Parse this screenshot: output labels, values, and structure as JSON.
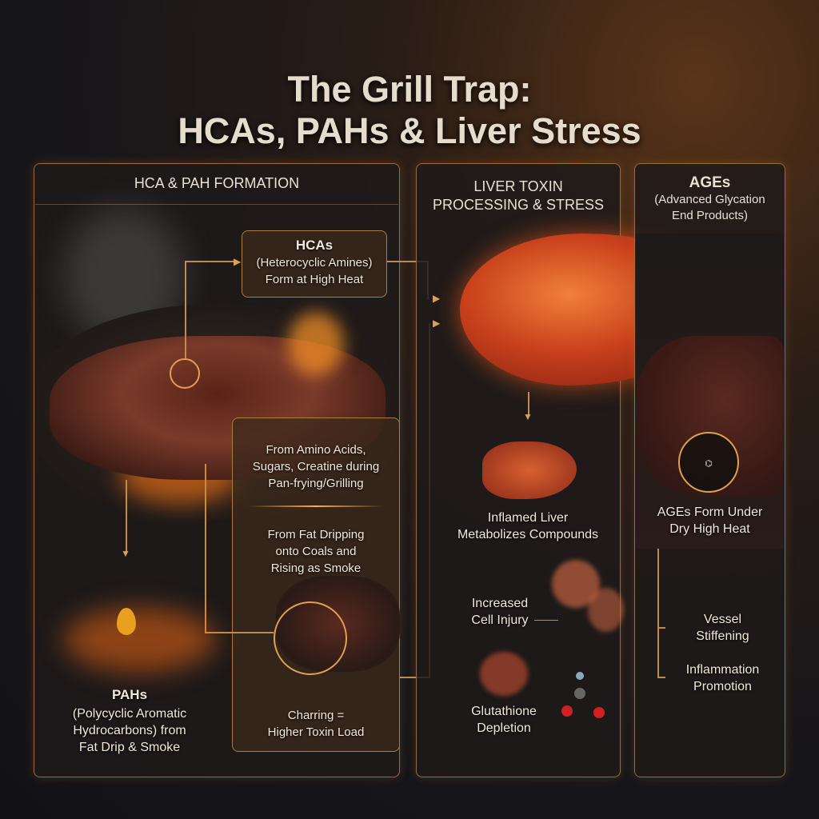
{
  "title": {
    "line1": "The Grill Trap:",
    "line2": "HCAs, PAHs & Liver Stress"
  },
  "panels": {
    "formation": {
      "header": "HCA & PAH FORMATION",
      "hcas": {
        "title": "HCAs",
        "sub1": "(Heterocyclic Amines)",
        "sub2": "Form at High Heat"
      },
      "amino": [
        "From Amino Acids,",
        "Sugars, Creatine during",
        "Pan-frying/Grilling"
      ],
      "fat": [
        "From Fat Dripping",
        "onto Coals and",
        "Rising as Smoke"
      ],
      "charring": [
        "Charring =",
        "Higher Toxin Load"
      ],
      "pahs": {
        "title": "PAHs",
        "lines": [
          "(Polycyclic Aromatic",
          "Hydrocarbons) from",
          "Fat Drip & Smoke"
        ]
      }
    },
    "liver": {
      "header1": "LIVER TOXIN",
      "header2": "PROCESSING & STRESS",
      "inflamed": [
        "Inflamed Liver",
        "Metabolizes Compounds"
      ],
      "injury": [
        "Increased",
        "Cell Injury"
      ],
      "glutathione": [
        "Glutathione",
        "Depletion"
      ]
    },
    "ages": {
      "title": "AGEs",
      "sub1": "(Advanced Glycation",
      "sub2": "End Products)",
      "form": [
        "AGEs Form Under",
        "Dry High Heat"
      ],
      "vessel": [
        "Vessel",
        "Stiffening"
      ],
      "inflammation": [
        "Inflammation",
        "Promotion"
      ]
    }
  },
  "colors": {
    "accent": "#c48a4a",
    "text": "#efe6da",
    "fire": "#ff7a1a",
    "liver": "#c8401c"
  }
}
